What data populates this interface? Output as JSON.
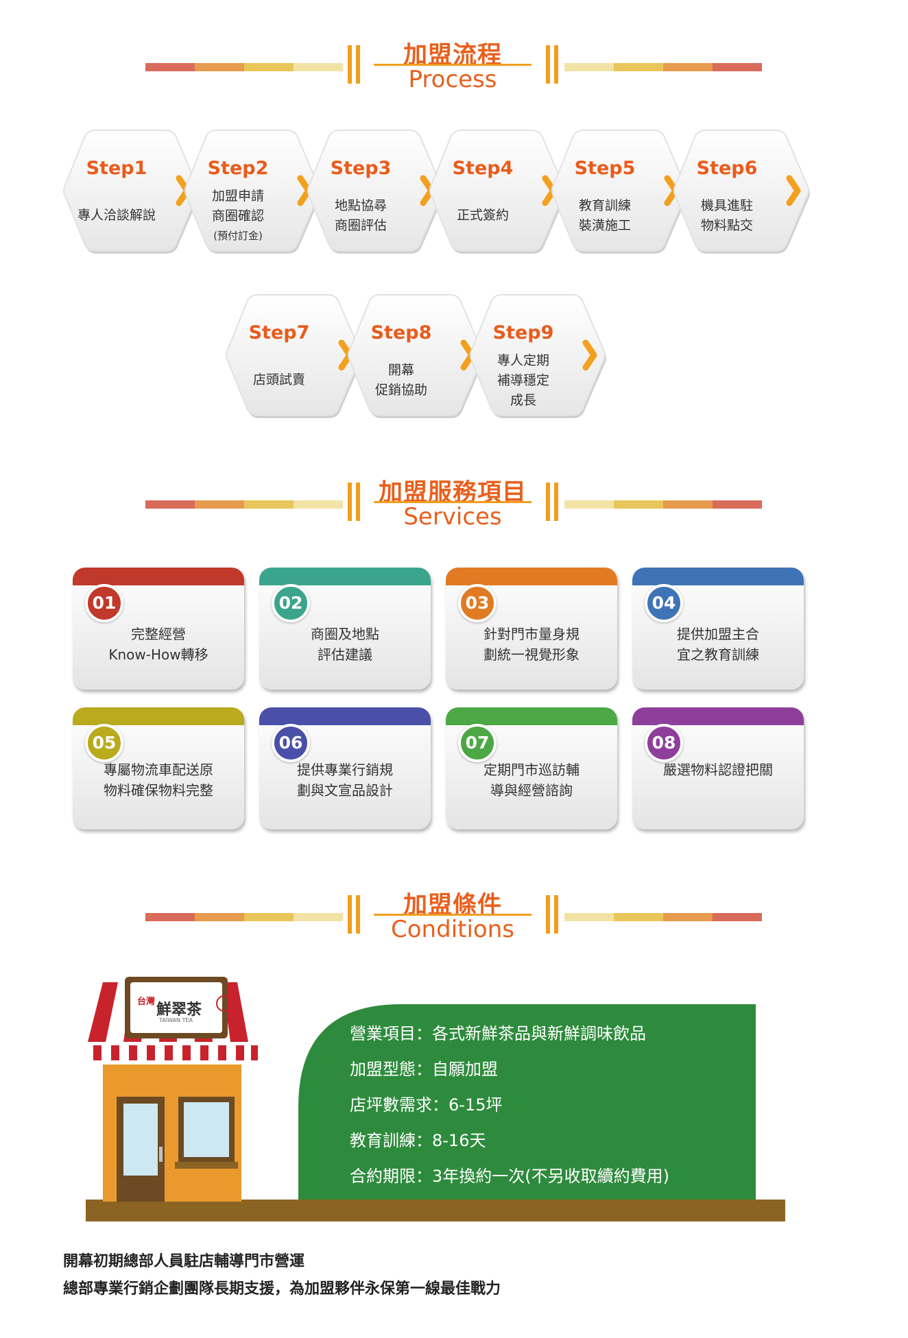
{
  "process_header": {
    "title_zh": "加盟流程",
    "title_en": "Process"
  },
  "steps": [
    {
      "step": "Step1",
      "lines": [
        "專人洽談解說"
      ],
      "small": ""
    },
    {
      "step": "Step2",
      "lines": [
        "加盟申請",
        "商圈確認"
      ],
      "small": "(預付訂金)"
    },
    {
      "step": "Step3",
      "lines": [
        "地點協尋",
        "商圈評估"
      ],
      "small": ""
    },
    {
      "step": "Step4",
      "lines": [
        "正式簽約"
      ],
      "small": ""
    },
    {
      "step": "Step5",
      "lines": [
        "教育訓練",
        "裝潢施工"
      ],
      "small": ""
    },
    {
      "step": "Step6",
      "lines": [
        "機具進駐",
        "物料點交"
      ],
      "small": ""
    },
    {
      "step": "Step7",
      "lines": [
        "店頭試賣"
      ],
      "small": ""
    },
    {
      "step": "Step8",
      "lines": [
        "開幕",
        "促銷協助"
      ],
      "small": ""
    },
    {
      "step": "Step9",
      "lines": [
        "專人定期",
        "補導穩定",
        "成長"
      ],
      "small": ""
    }
  ],
  "services_header": {
    "title_zh": "加盟服務項目",
    "title_en": "Services"
  },
  "services": [
    {
      "num": "01",
      "color": "#c0392b",
      "lines": [
        "完整經營",
        "Know-How轉移"
      ]
    },
    {
      "num": "02",
      "color": "#3aa58c",
      "lines": [
        "商圈及地點",
        "評估建議"
      ]
    },
    {
      "num": "03",
      "color": "#e07b24",
      "lines": [
        "針對門市量身規",
        "劃統一視覺形象"
      ]
    },
    {
      "num": "04",
      "color": "#3e74b5",
      "lines": [
        "提供加盟主合",
        "宜之教育訓練"
      ]
    },
    {
      "num": "05",
      "color": "#b9ab1d",
      "lines": [
        "專屬物流車配送原",
        "物料確保物料完整"
      ]
    },
    {
      "num": "06",
      "color": "#4a4fa8",
      "lines": [
        "提供專業行銷規",
        "劃與文宣品設計"
      ]
    },
    {
      "num": "07",
      "color": "#4ca845",
      "lines": [
        "定期門市巡訪輔",
        "導與經營諮詢"
      ]
    },
    {
      "num": "08",
      "color": "#8e3f9b",
      "lines": [
        "嚴選物料認證把關"
      ]
    }
  ],
  "conditions_header": {
    "title_zh": "加盟條件",
    "title_en": "Conditions"
  },
  "conditions": [
    "營業項目：各式新鮮茶品與新鮮調味飲品",
    "加盟型態：自願加盟",
    "店坪數需求：6-15坪",
    "教育訓練：8-16天",
    "合約期限：3年換約一次(不另收取續約費用)"
  ],
  "store_sign": {
    "small_left": "台灣",
    "main": "鮮翠茶",
    "sub": "TAIWAN TEA"
  },
  "footer": [
    "開幕初期總部人員駐店輔導門市營運",
    "總部專業行銷企劃團隊長期支援，為加盟夥伴永保第一線最佳戰力"
  ]
}
